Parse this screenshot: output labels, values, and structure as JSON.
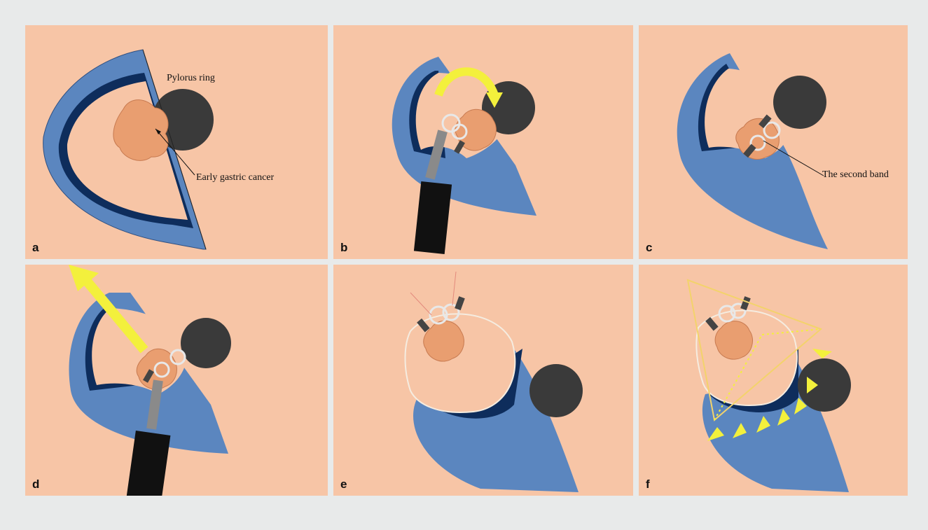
{
  "colors": {
    "background": "#f7c5a6",
    "stomach_wall": "#5b86bf",
    "stomach_edge": "#0e2d5c",
    "tumor": "#e99e70",
    "pylorus": "#3a3a3a",
    "arrow": "#f3f03c",
    "border": "#e8eaea"
  },
  "panels": [
    {
      "letter": "a",
      "labels": [
        "Pylorus ring",
        "Early gastric cancer"
      ]
    },
    {
      "letter": "b",
      "labels": []
    },
    {
      "letter": "c",
      "labels": [
        "The second band"
      ]
    },
    {
      "letter": "d",
      "labels": []
    },
    {
      "letter": "e",
      "labels": []
    },
    {
      "letter": "f",
      "labels": []
    }
  ]
}
